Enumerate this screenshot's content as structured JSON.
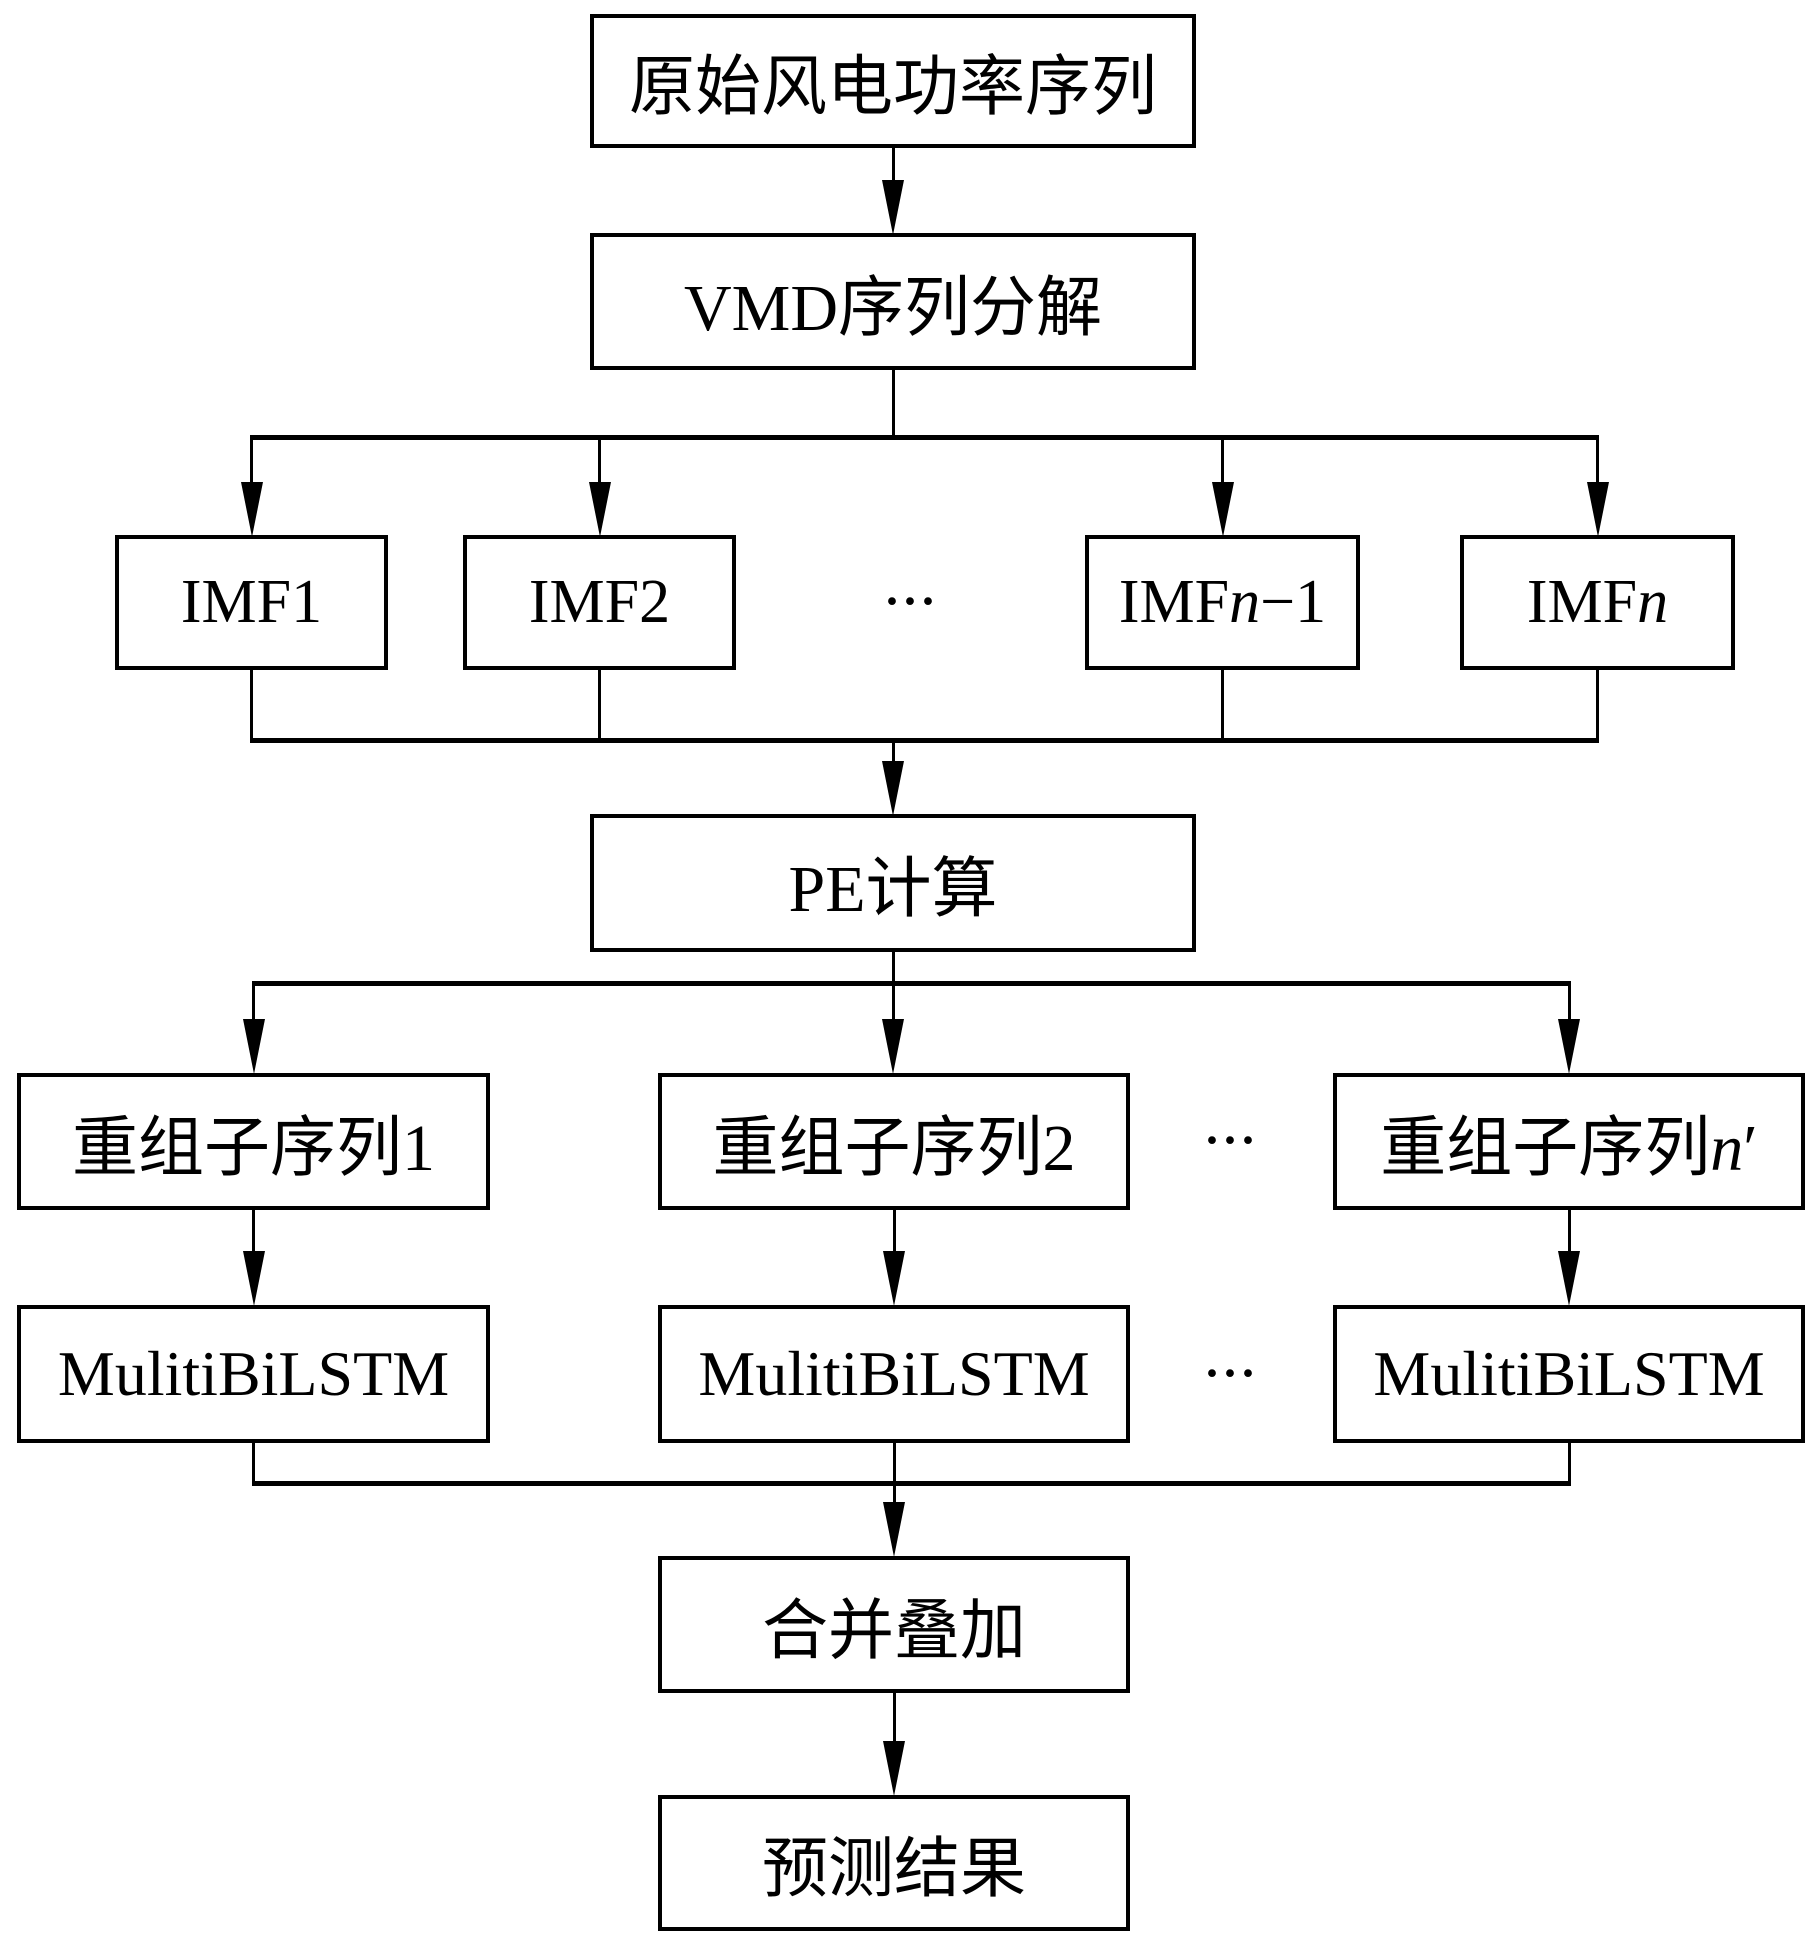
{
  "figure": {
    "background": "#ffffff",
    "line_color": "#000000",
    "ellipsis": "···",
    "nodes": {
      "source": {
        "label": "原始风电功率序列"
      },
      "vmd": {
        "label": "VMD序列分解"
      },
      "imf1": {
        "label": "IMF1"
      },
      "imf2": {
        "label": "IMF2"
      },
      "imf_n1": {
        "prefix": "IMF",
        "var": "n",
        "suffix": "−1"
      },
      "imf_n": {
        "prefix": "IMF",
        "var": "n",
        "suffix": ""
      },
      "pe": {
        "label": "PE计算"
      },
      "sub1": {
        "label": "重组子序列1"
      },
      "sub2": {
        "label": "重组子序列2"
      },
      "sub_n": {
        "prefix": "重组子序列",
        "var": "n",
        "suffix": "′"
      },
      "lstm1": {
        "label": "MulitiBiLSTM"
      },
      "lstm2": {
        "label": "MulitiBiLSTM"
      },
      "lstm3": {
        "label": "MulitiBiLSTM"
      },
      "merge": {
        "label": "合并叠加"
      },
      "result": {
        "label": "预测结果"
      }
    }
  }
}
